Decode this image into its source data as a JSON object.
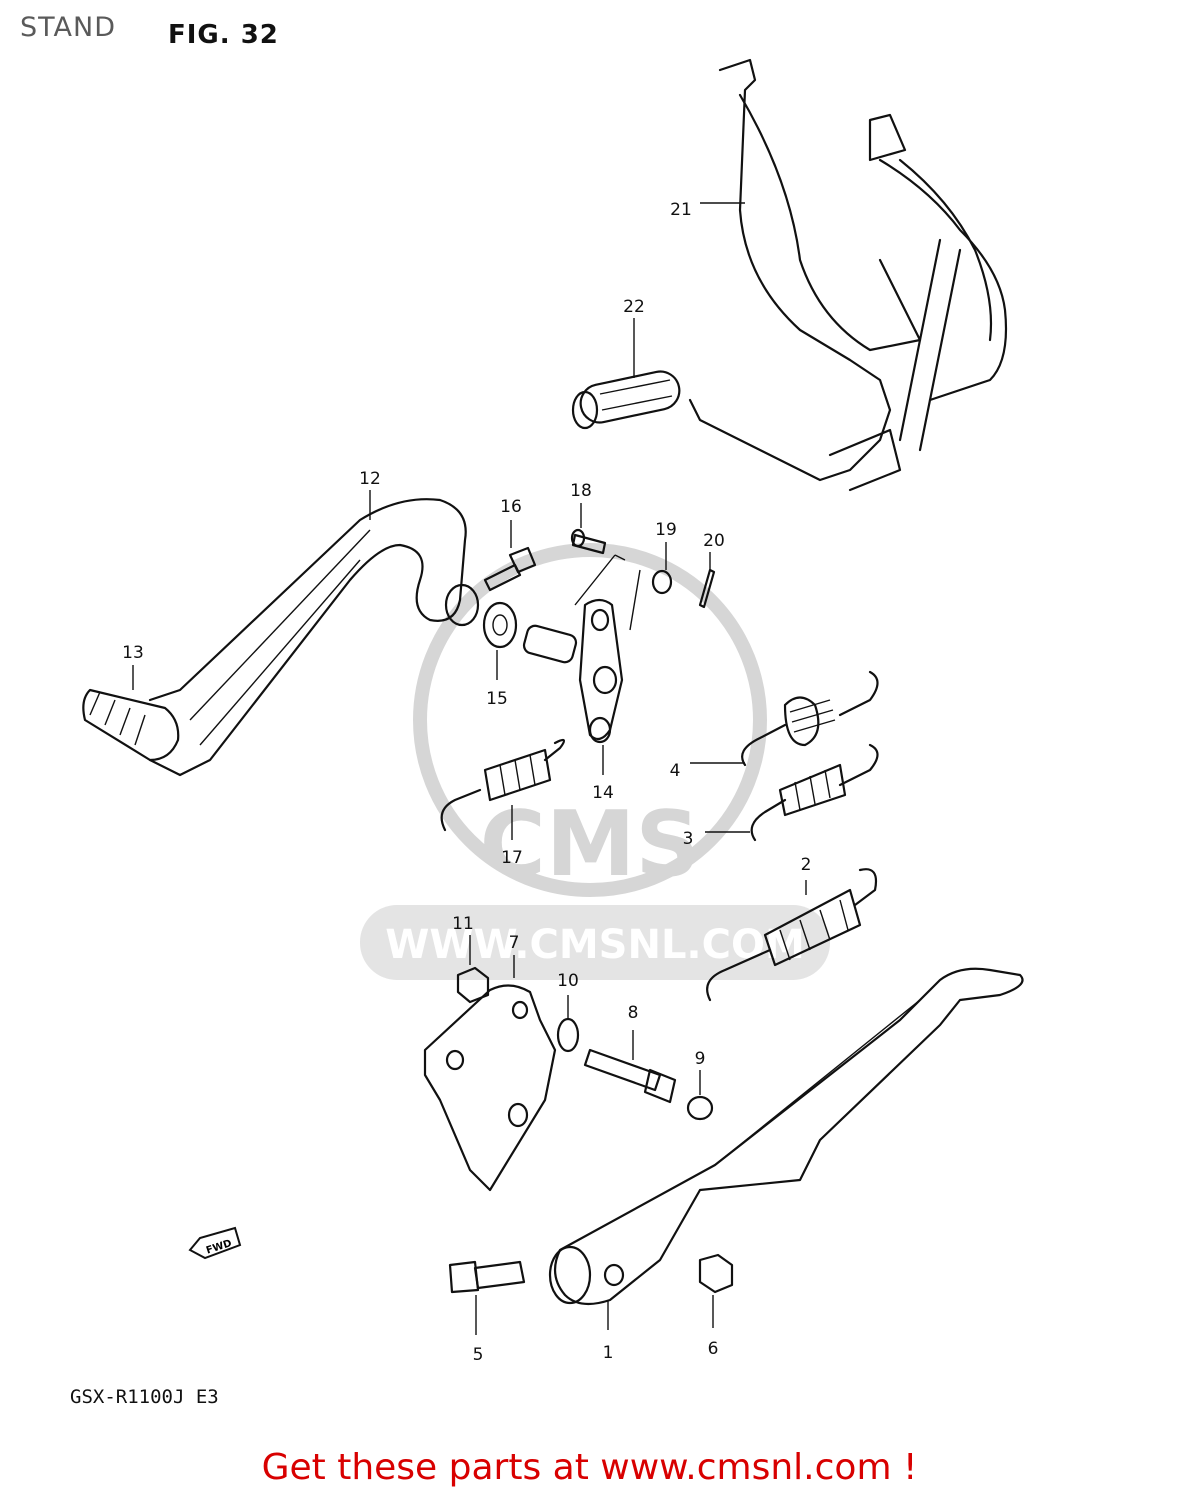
{
  "header": {
    "section": "STAND",
    "figure": "FIG. 32"
  },
  "model": "GSX-R1100J E3",
  "watermark": {
    "logo": "CMS",
    "url": "WWW.CMSNL.COM"
  },
  "fwd_label": "FWD",
  "footer": {
    "text": "Get these parts at www.cmsnl.com !",
    "color": "#d80000"
  },
  "callouts": [
    "1",
    "2",
    "3",
    "4",
    "5",
    "6",
    "7",
    "8",
    "9",
    "10",
    "11",
    "12",
    "13",
    "14",
    "15",
    "16",
    "17",
    "18",
    "19",
    "20",
    "21",
    "22"
  ]
}
